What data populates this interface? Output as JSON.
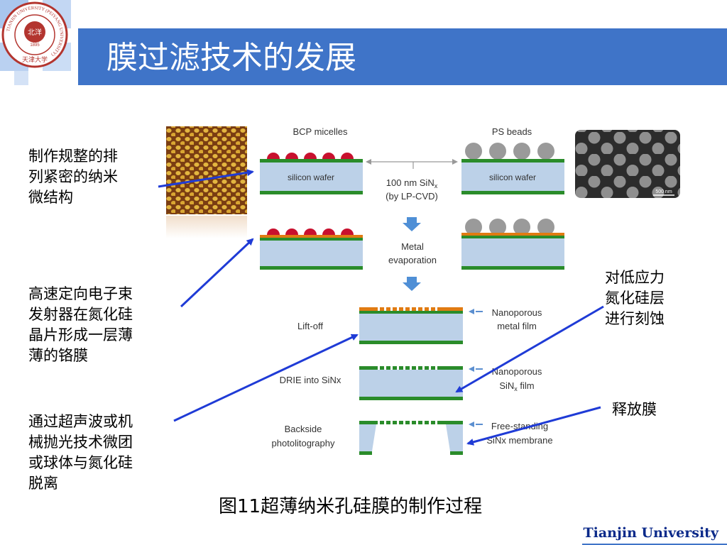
{
  "slide": {
    "title": "膜过滤技术的发展",
    "caption": "图11超薄纳米孔硅膜的制作过程",
    "brand": "Tianjin University",
    "accent_color": "#3f74c8",
    "arrow_color": "#1f3bd6"
  },
  "notes": {
    "left_1": "制作规整的排\n列紧密的纳米\n微结构",
    "left_2": "高速定向电子束\n发射器在氮化硅\n晶片形成一层薄\n薄的铬膜",
    "left_3": "通过超声波或机\n械抛光技术微团\n或球体与氮化硅\n脱离",
    "right_1": "对低应力\n氮化硅层\n进行刻蚀",
    "right_2": "释放膜"
  },
  "diagram": {
    "bcp_micelles": "BCP micelles",
    "ps_beads": "PS beads",
    "silicon_wafer": "silicon wafer",
    "sinx_line1": "100 nm SiN",
    "sinx_sub": "x",
    "sinx_line2": "(by LP-CVD)",
    "metal_line1": "Metal",
    "metal_line2": "evaporation",
    "liftoff": "Lift-off",
    "drie": "DRIE into SiNx",
    "backside_line1": "Backside",
    "backside_line2": "photolitography",
    "nanoporous_metal_line1": "Nanoporous",
    "nanoporous_metal_line2": "metal film",
    "nanoporous_sinx_line1": "Nanoporous",
    "nanoporous_sinx_line2": "SiN",
    "nanoporous_sinx_sub": "x",
    "nanoporous_sinx_line2b": " film",
    "freestanding_line1": "Free-standing",
    "freestanding_line2": "SiNx membrane",
    "scale_bar": "500 nm"
  },
  "logo": {
    "ring_text": "TIANJIN UNIVERSITY (PEIYANG UNIVERSITY)",
    "center_text": "北洋",
    "year": "1895",
    "bottom_text": "天津大学"
  }
}
